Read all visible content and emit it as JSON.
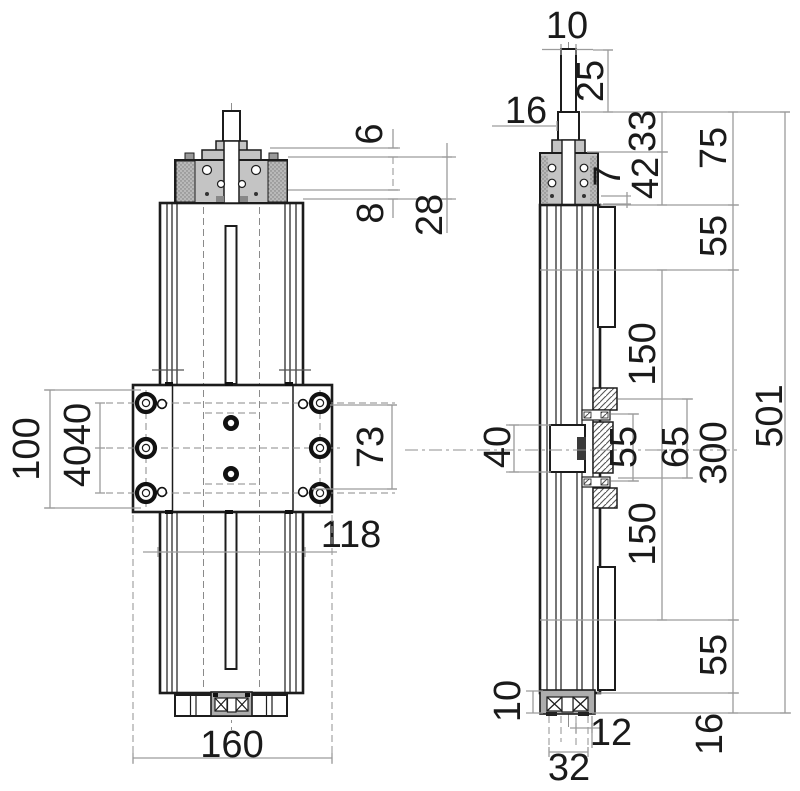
{
  "dims": {
    "front": {
      "step_height": "6",
      "base_gap": "8",
      "head_height": "28",
      "plate_length": "100",
      "hole_pitch_a": "40",
      "hole_pitch_b": "40",
      "hole_span": "73",
      "rail_width": "118",
      "plate_width": "160"
    },
    "side": {
      "shaft_dia": "10",
      "shaft_key": "16",
      "shaft_len": "25",
      "head_step": "33",
      "head_depth": "42",
      "flange_gap": "7",
      "top_zone": "75",
      "upper_zone": "55",
      "upper_cover": "150",
      "nut_height": "40",
      "bolt_pitch": "55",
      "plate_span": "65",
      "mid_zone": "300",
      "lower_cover": "150",
      "lower_zone": "55",
      "total_height": "501",
      "end_inner": "10",
      "end_overhang": "12",
      "base_width": "32",
      "end_plate": "16"
    }
  }
}
